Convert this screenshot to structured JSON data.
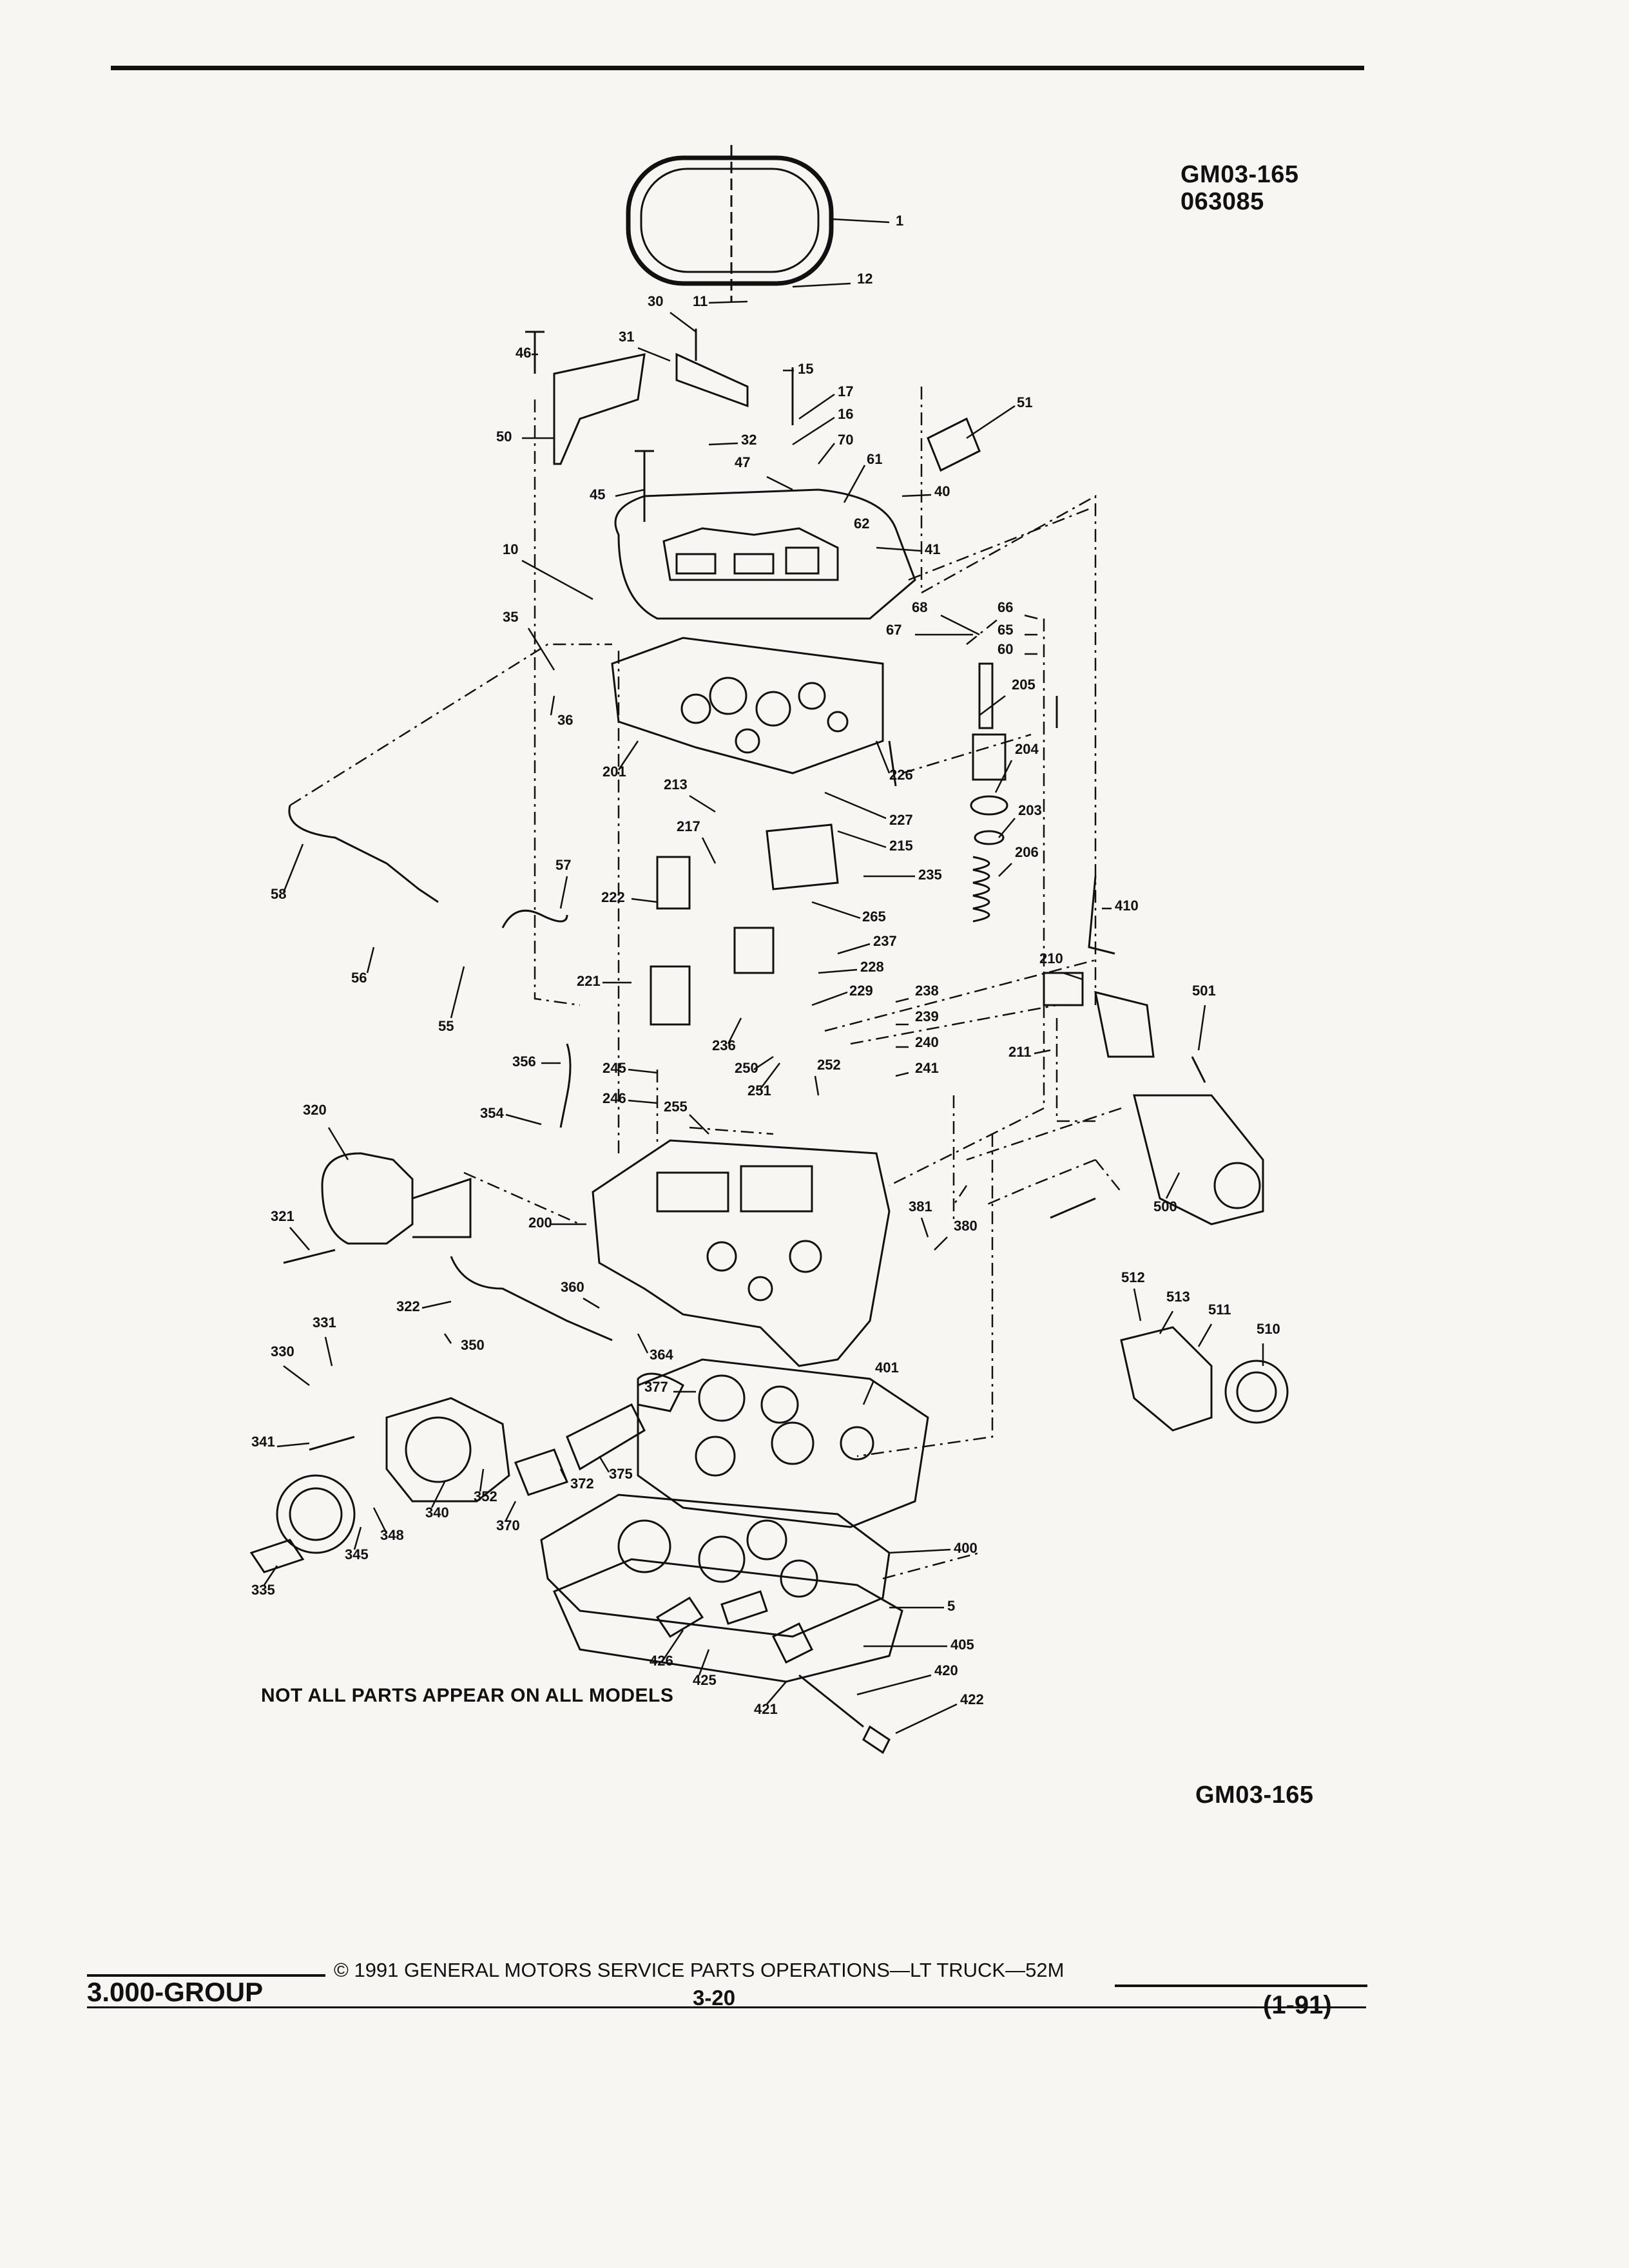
{
  "header": {
    "figure_id": "GM03-165",
    "figure_date": "063085"
  },
  "diagram": {
    "note": "NOT ALL PARTS APPEAR ON ALL MODELS",
    "figure_id_bottom": "GM03-165",
    "callouts": [
      "1",
      "12",
      "11",
      "30",
      "31",
      "46",
      "15",
      "17",
      "16",
      "70",
      "51",
      "50",
      "32",
      "47",
      "45",
      "61",
      "40",
      "62",
      "41",
      "10",
      "35",
      "36",
      "68",
      "67",
      "66",
      "65",
      "60",
      "205",
      "201",
      "204",
      "226",
      "203",
      "213",
      "227",
      "215",
      "235",
      "206",
      "217",
      "58",
      "57",
      "222",
      "265",
      "410",
      "237",
      "56",
      "55",
      "221",
      "228",
      "229",
      "210",
      "238",
      "239",
      "240",
      "241",
      "211",
      "501",
      "236",
      "250",
      "252",
      "251",
      "356",
      "245",
      "246",
      "354",
      "255",
      "320",
      "500",
      "321",
      "200",
      "381",
      "380",
      "322",
      "360",
      "512",
      "513",
      "511",
      "510",
      "331",
      "350",
      "364",
      "330",
      "377",
      "401",
      "341",
      "375",
      "372",
      "340",
      "352",
      "348",
      "370",
      "345",
      "400",
      "335",
      "5",
      "405",
      "426",
      "425",
      "420",
      "421",
      "422"
    ]
  },
  "footer": {
    "copyright": "© 1991 GENERAL MOTORS SERVICE PARTS OPERATIONS—LT TRUCK—52M",
    "group": "3.000-GROUP",
    "page": "3-20",
    "edition": "(1-91)"
  }
}
